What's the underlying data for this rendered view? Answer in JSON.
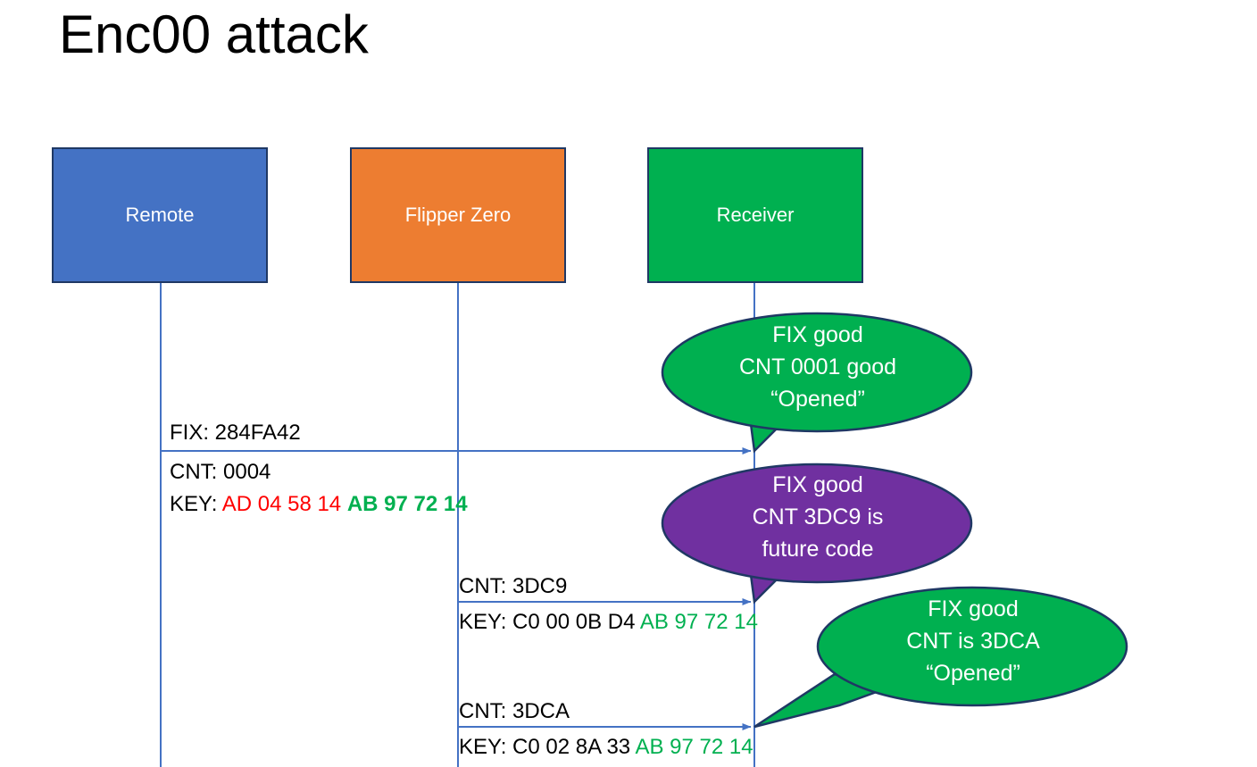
{
  "slide": {
    "title": "Enc00 attack",
    "background": "#FFFFFF"
  },
  "colors": {
    "remote": "#4472C4",
    "flipper": "#ED7D31",
    "receiver": "#00B050",
    "bubble_green": "#00B050",
    "bubble_purple": "#7030A0",
    "line": "#4472C4",
    "outline": "#1F3864",
    "hex_red": "#FF0000",
    "hex_green": "#00B050"
  },
  "actors": [
    {
      "id": "remote",
      "label": "Remote"
    },
    {
      "id": "flipper",
      "label": "Flipper Zero"
    },
    {
      "id": "receiver",
      "label": "Receiver"
    }
  ],
  "messages": [
    {
      "id": "msg-1",
      "from": "remote",
      "to": "receiver",
      "line1": "FIX: 284FA42",
      "line2": "CNT: 0004",
      "key_label": "KEY:",
      "key_red": "AD 04 58 14",
      "key_green": "AB 97 72 14"
    },
    {
      "id": "msg-2",
      "from": "flipper",
      "to": "receiver",
      "line1": "CNT: 3DC9",
      "key_label": "KEY:",
      "key_plain": "C0 00 0B D4",
      "key_green": "AB 97 72 14"
    },
    {
      "id": "msg-3",
      "from": "flipper",
      "to": "receiver",
      "line1": "CNT: 3DCA",
      "key_label": "KEY:",
      "key_plain": "C0 02 8A 33",
      "key_green": "AB 97 72 14"
    }
  ],
  "bubbles": [
    {
      "id": "bubble-1",
      "color": "#00B050",
      "line1": "FIX good",
      "line2": "CNT 0001 good",
      "line3": "“Opened”"
    },
    {
      "id": "bubble-2",
      "color": "#7030A0",
      "line1": "FIX good",
      "line2": "CNT 3DC9 is",
      "line3": "future code"
    },
    {
      "id": "bubble-3",
      "color": "#00B050",
      "line1": "FIX good",
      "line2": "CNT is 3DCA",
      "line3": "“Opened”"
    }
  ]
}
